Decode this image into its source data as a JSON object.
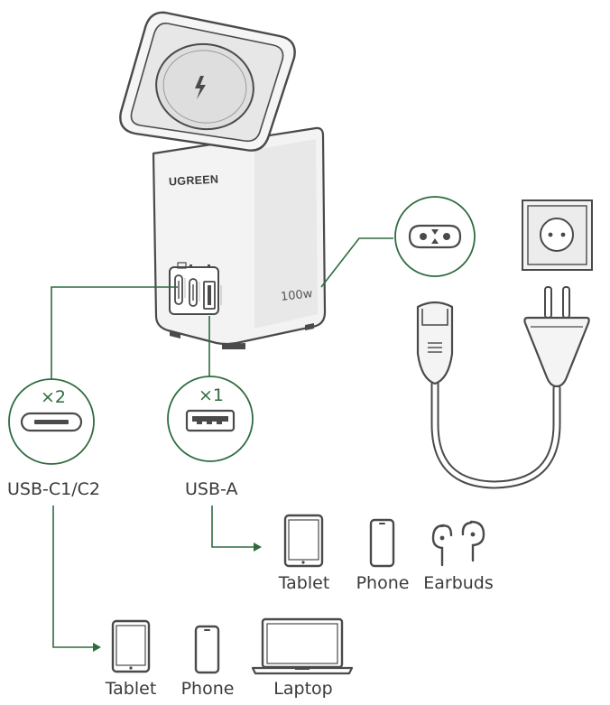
{
  "colors": {
    "accent": "#2e6b3f",
    "line": "#4a4a4a",
    "light_fill": "#ececec",
    "body_fill": "#f2f2f2"
  },
  "device": {
    "brand": "UGREEN",
    "wattage": "100w",
    "pad_icon": "lightning-icon"
  },
  "ports": {
    "usbc": {
      "multiplier": "×2",
      "label": "USB-C1/C2"
    },
    "usba": {
      "multiplier": "×1",
      "label": "USB-A"
    }
  },
  "usba_devices": [
    {
      "label": "Tablet",
      "icon": "tablet-icon"
    },
    {
      "label": "Phone",
      "icon": "phone-icon"
    },
    {
      "label": "Earbuds",
      "icon": "earbuds-icon"
    }
  ],
  "usbc_devices": [
    {
      "label": "Tablet",
      "icon": "tablet-icon"
    },
    {
      "label": "Phone",
      "icon": "phone-icon"
    },
    {
      "label": "Laptop",
      "icon": "laptop-icon"
    }
  ],
  "power": {
    "socket_icon": "wall-socket-icon",
    "cable_icon": "power-cable-icon"
  }
}
